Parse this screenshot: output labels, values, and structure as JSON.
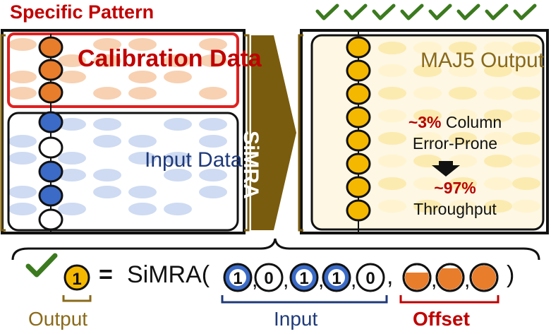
{
  "header": {
    "title": "Specific Pattern"
  },
  "left_panel": {
    "calibration_label": "Calibration Data",
    "input_label": "Input Data"
  },
  "arrow": {
    "label": "SiMRA"
  },
  "right_panel": {
    "output_label": "MAJ5 Output",
    "stat_error_pct": "~3%",
    "stat_error_rest": " Column",
    "stat_error_line2": "Error-Prone",
    "stat_throughput_pct": "~97%",
    "stat_throughput_label": "Throughput",
    "checkmarks": 8
  },
  "equation": {
    "result": "1",
    "equals": "=",
    "function_name": "SiMRA(",
    "inputs": [
      "1",
      "0",
      "1",
      "1",
      "0"
    ],
    "offset_count": 3,
    "comma": ",",
    "close": ")"
  },
  "labels": {
    "output": "Output",
    "input": "Input",
    "offset": "Offset"
  },
  "colors": {
    "red": "#c00000",
    "gold": "#8a6a1a",
    "olive_arrow": "#7a5c0e",
    "blue": "#3b6bc7",
    "orange": "#e87d2c",
    "yellow": "#f5b800",
    "green": "#3b7a1e"
  }
}
